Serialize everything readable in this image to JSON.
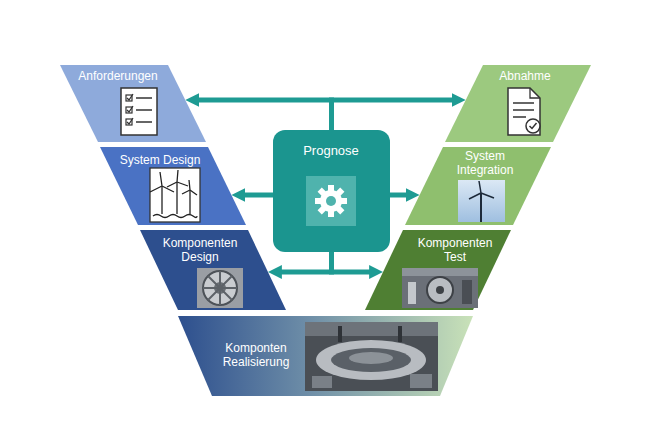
{
  "diagram": {
    "nodes": [
      {
        "text": [
          "Anforderungen"
        ]
      },
      {
        "text": [
          "System Design"
        ]
      },
      {
        "text": [
          "Komponenten Design"
        ]
      },
      {
        "text": [
          "Komponten Realisierung"
        ]
      },
      {
        "text": [
          "Komponenten Test"
        ]
      },
      {
        "text": [
          "System Integration"
        ]
      },
      {
        "text": [
          "Abnahme"
        ]
      },
      {
        "text": [
          "Prognose"
        ]
      }
    ],
    "edges": [
      {
        "from": 7,
        "to": 0,
        "arrow": "to"
      },
      {
        "from": 7,
        "to": 6,
        "arrow": "to"
      },
      {
        "from": 7,
        "to": 1,
        "arrow": "to"
      },
      {
        "from": 7,
        "to": 5,
        "arrow": "to"
      },
      {
        "from": 7,
        "to": 2,
        "arrow": "to"
      },
      {
        "from": 7,
        "to": 4,
        "arrow": "to"
      }
    ]
  }
}
